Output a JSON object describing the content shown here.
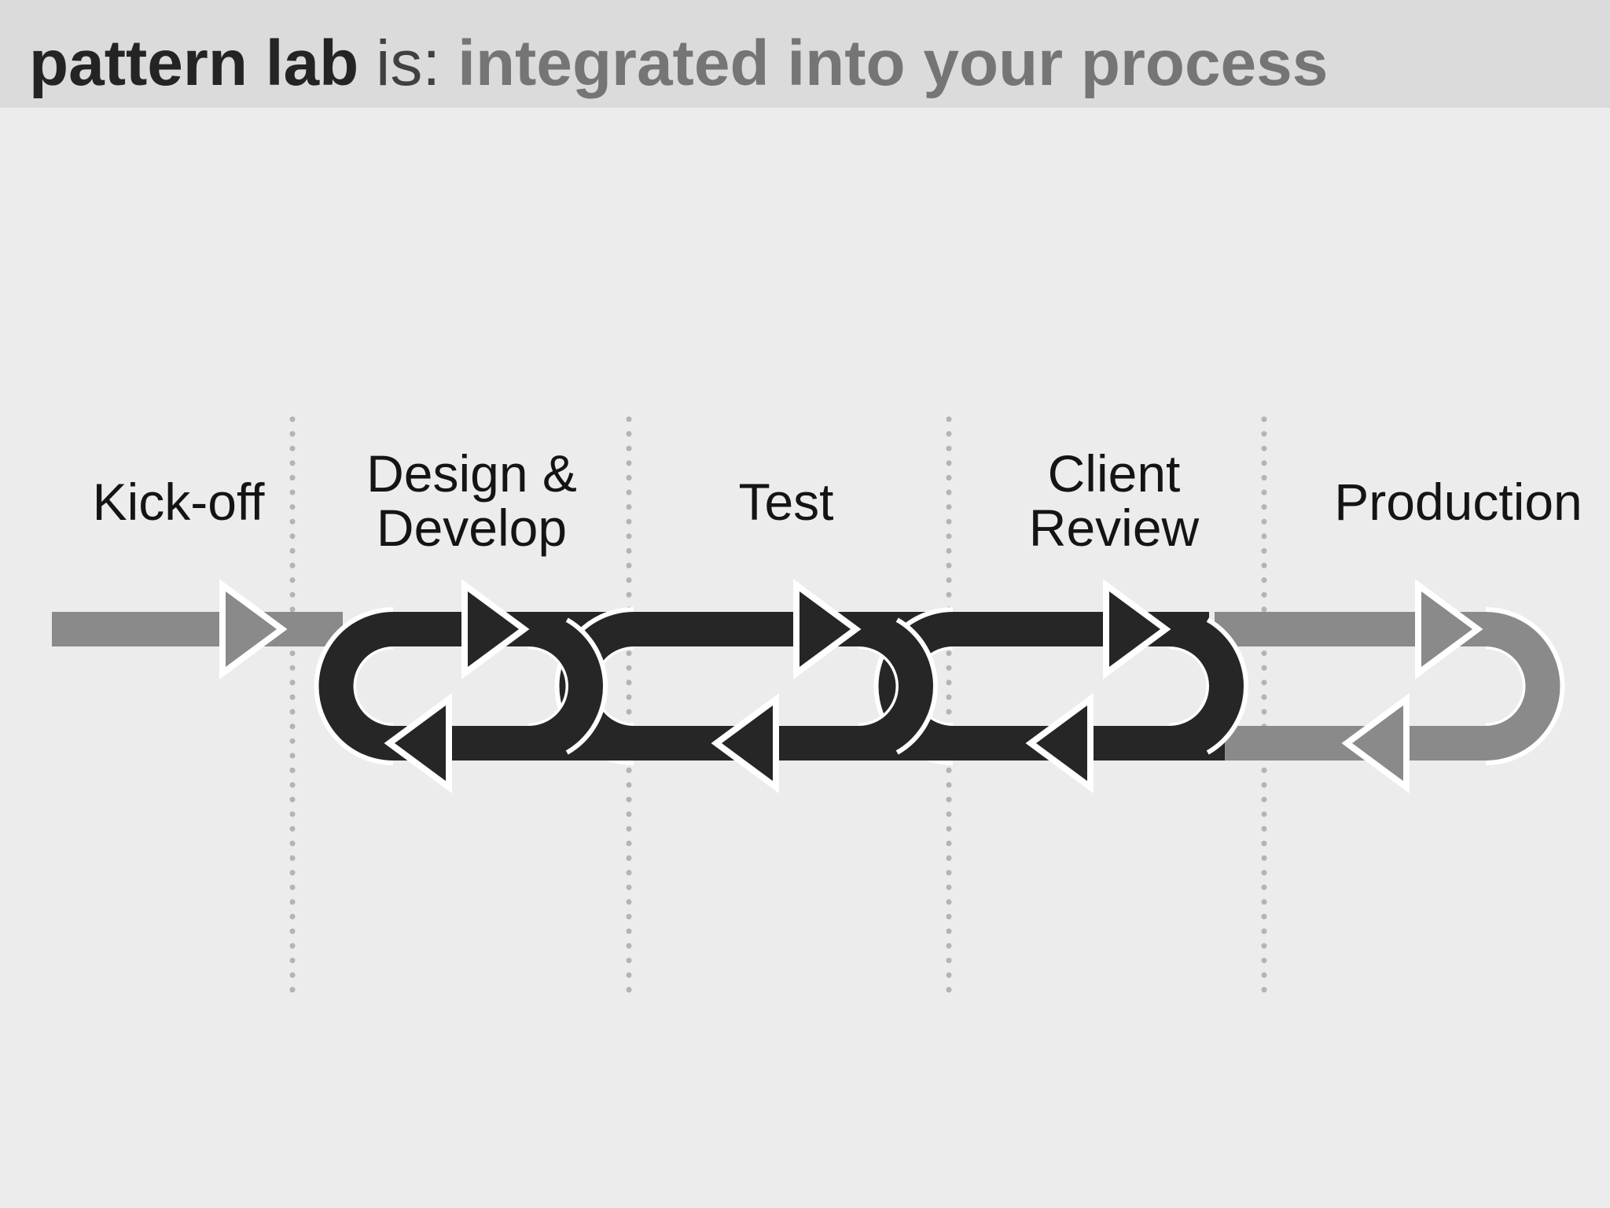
{
  "title": {
    "brand": "pattern lab",
    "connector": "is:",
    "headline": "integrated into your process"
  },
  "stages": [
    {
      "id": "kick-off",
      "label": "Kick-off",
      "lines": [
        "Kick-off"
      ],
      "flow": "linear-forward"
    },
    {
      "id": "design-develop",
      "label": "Design & Develop",
      "lines": [
        "Design &",
        "Develop"
      ],
      "flow": "iterative-loop"
    },
    {
      "id": "test",
      "label": "Test",
      "lines": [
        "Test"
      ],
      "flow": "iterative-loop"
    },
    {
      "id": "client-review",
      "label": "Client Review",
      "lines": [
        "Client",
        "Review"
      ],
      "flow": "iterative-loop"
    },
    {
      "id": "production",
      "label": "Production",
      "lines": [
        "Production"
      ],
      "flow": "linear-with-loopback"
    }
  ],
  "diagram": {
    "direction": "left-to-right",
    "separator_count": 4,
    "iteration_loop_count": 3,
    "loop_stages": [
      "design-develop",
      "test",
      "client-review"
    ],
    "gray_stages": [
      "kick-off",
      "production"
    ]
  },
  "colors": {
    "page_background": "#ececec",
    "header_background": "#dbdbdb",
    "title_brand": "#242424",
    "title_connector": "#404040",
    "title_headline": "#757575",
    "ribbon_dark": "#262626",
    "ribbon_gray": "#8a8a8a",
    "outline_white": "#ffffff",
    "separator_dot": "#b4b4b4",
    "label_text": "#141414"
  }
}
